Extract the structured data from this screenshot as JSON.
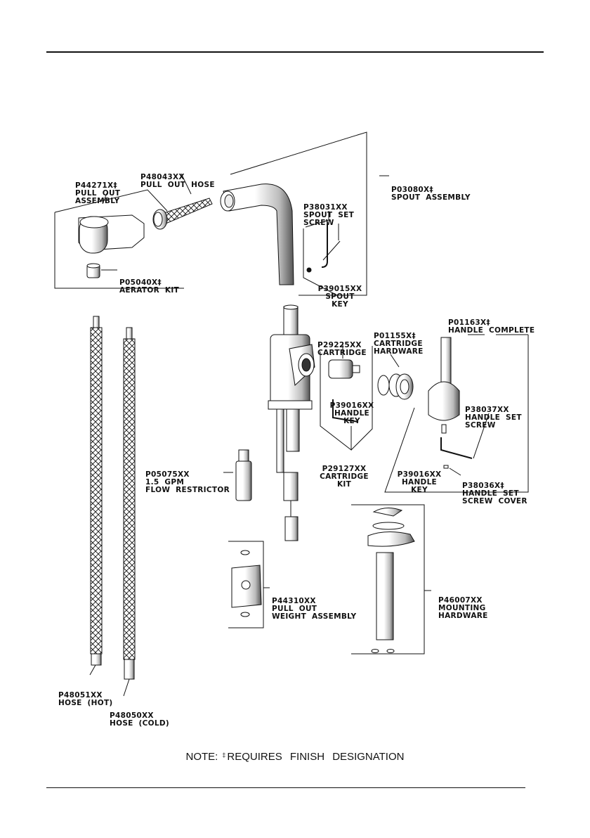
{
  "labels": {
    "pull_out_assembly": [
      "P44271X‡",
      "PULL  OUT",
      "ASSEMBLY"
    ],
    "pull_out_hose": [
      "P48043XX",
      "PULL  OUT  HOSE"
    ],
    "spout_assembly": [
      "P03080X‡",
      "SPOUT  ASSEMBLY"
    ],
    "spout_set_screw": [
      "P38031XX",
      "SPOUT  SET",
      "SCREW"
    ],
    "spout_key": [
      "P39015XX",
      "SPOUT",
      "KEY"
    ],
    "aerator_kit": [
      "P05040X‡",
      "AERATOR  KIT"
    ],
    "handle_complete": [
      "P01163X‡",
      "HANDLE  COMPLETE"
    ],
    "cartridge": [
      "P29225XX",
      "CARTRIDGE"
    ],
    "cartridge_hardware": [
      "P01155X‡",
      "CARTRIDGE",
      "HARDWARE"
    ],
    "handle_key_cartridge": [
      "P39016XX",
      "HANDLE",
      "KEY"
    ],
    "handle_set_screw": [
      "P38037XX",
      "HANDLE  SET",
      "SCREW"
    ],
    "cartridge_kit": [
      "P29127XX",
      "CARTRIDGE",
      "KIT"
    ],
    "flow_restrictor": [
      "P05075XX",
      "1.5  GPM",
      "FLOW  RESTRICTOR"
    ],
    "handle_key": [
      "P39016XX",
      "HANDLE",
      "KEY"
    ],
    "handle_set_screw_cover": [
      "P38036X‡",
      "HANDLE  SET",
      "SCREW  COVER"
    ],
    "pull_out_weight_assembly": [
      "P44310XX",
      "PULL  OUT",
      "WEIGHT  ASSEMBLY"
    ],
    "mounting_hardware": [
      "P46007XX",
      "MOUNTING",
      "HARDWARE"
    ],
    "hose_hot": [
      "P48051XX",
      "HOSE  (HOT)"
    ],
    "hose_cold": [
      "P48050XX",
      "HOSE  (COLD)"
    ]
  },
  "note": {
    "prefix": "NOTE:",
    "symbol": "‡",
    "text": "REQUIRES  FINISH  DESIGNATION"
  }
}
